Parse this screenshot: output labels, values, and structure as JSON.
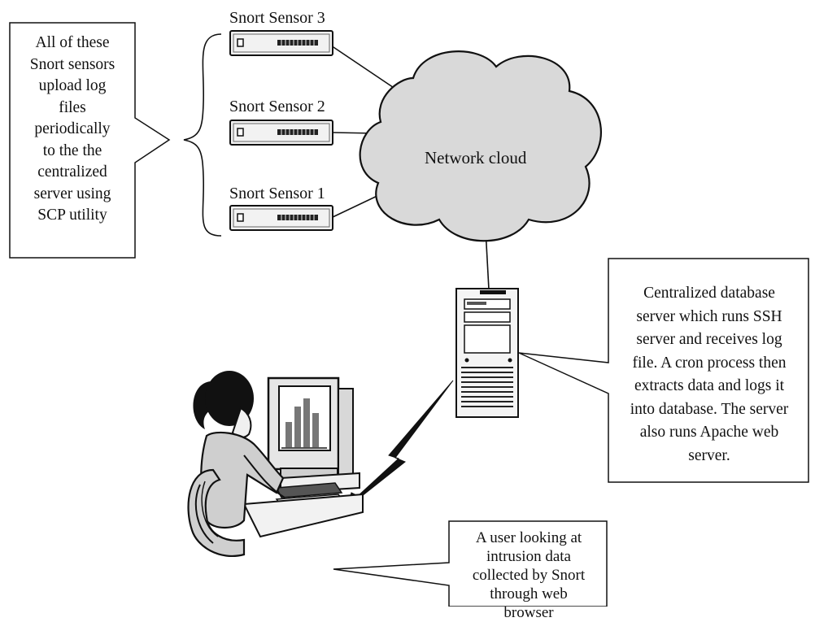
{
  "sensors": [
    {
      "label": "Snort Sensor 3"
    },
    {
      "label": "Snort Sensor 2"
    },
    {
      "label": "Snort Sensor 1"
    }
  ],
  "cloud": {
    "label": "Network cloud"
  },
  "callouts": {
    "sensors": [
      "All of these",
      "Snort sensors",
      "upload log",
      "files",
      "periodically",
      "to the the",
      "centralized",
      "server using",
      "SCP utility"
    ],
    "server": [
      "Centralized database",
      "server which runs SSH",
      "server and receives log",
      "file. A cron process then",
      "extracts data and logs it",
      "into database. The server",
      "also runs Apache web",
      "server."
    ],
    "user": [
      "A user looking at",
      "intrusion data",
      "collected by Snort",
      "through web",
      "browser"
    ]
  },
  "colors": {
    "cloud_fill": "#d9d9d9",
    "outline": "#111111",
    "callout_fill": "#ffffff"
  },
  "icons": {
    "sensor": "rack-sensor-icon",
    "server": "tower-server-icon",
    "user": "user-at-computer-icon",
    "link": "lightning-link-icon"
  }
}
